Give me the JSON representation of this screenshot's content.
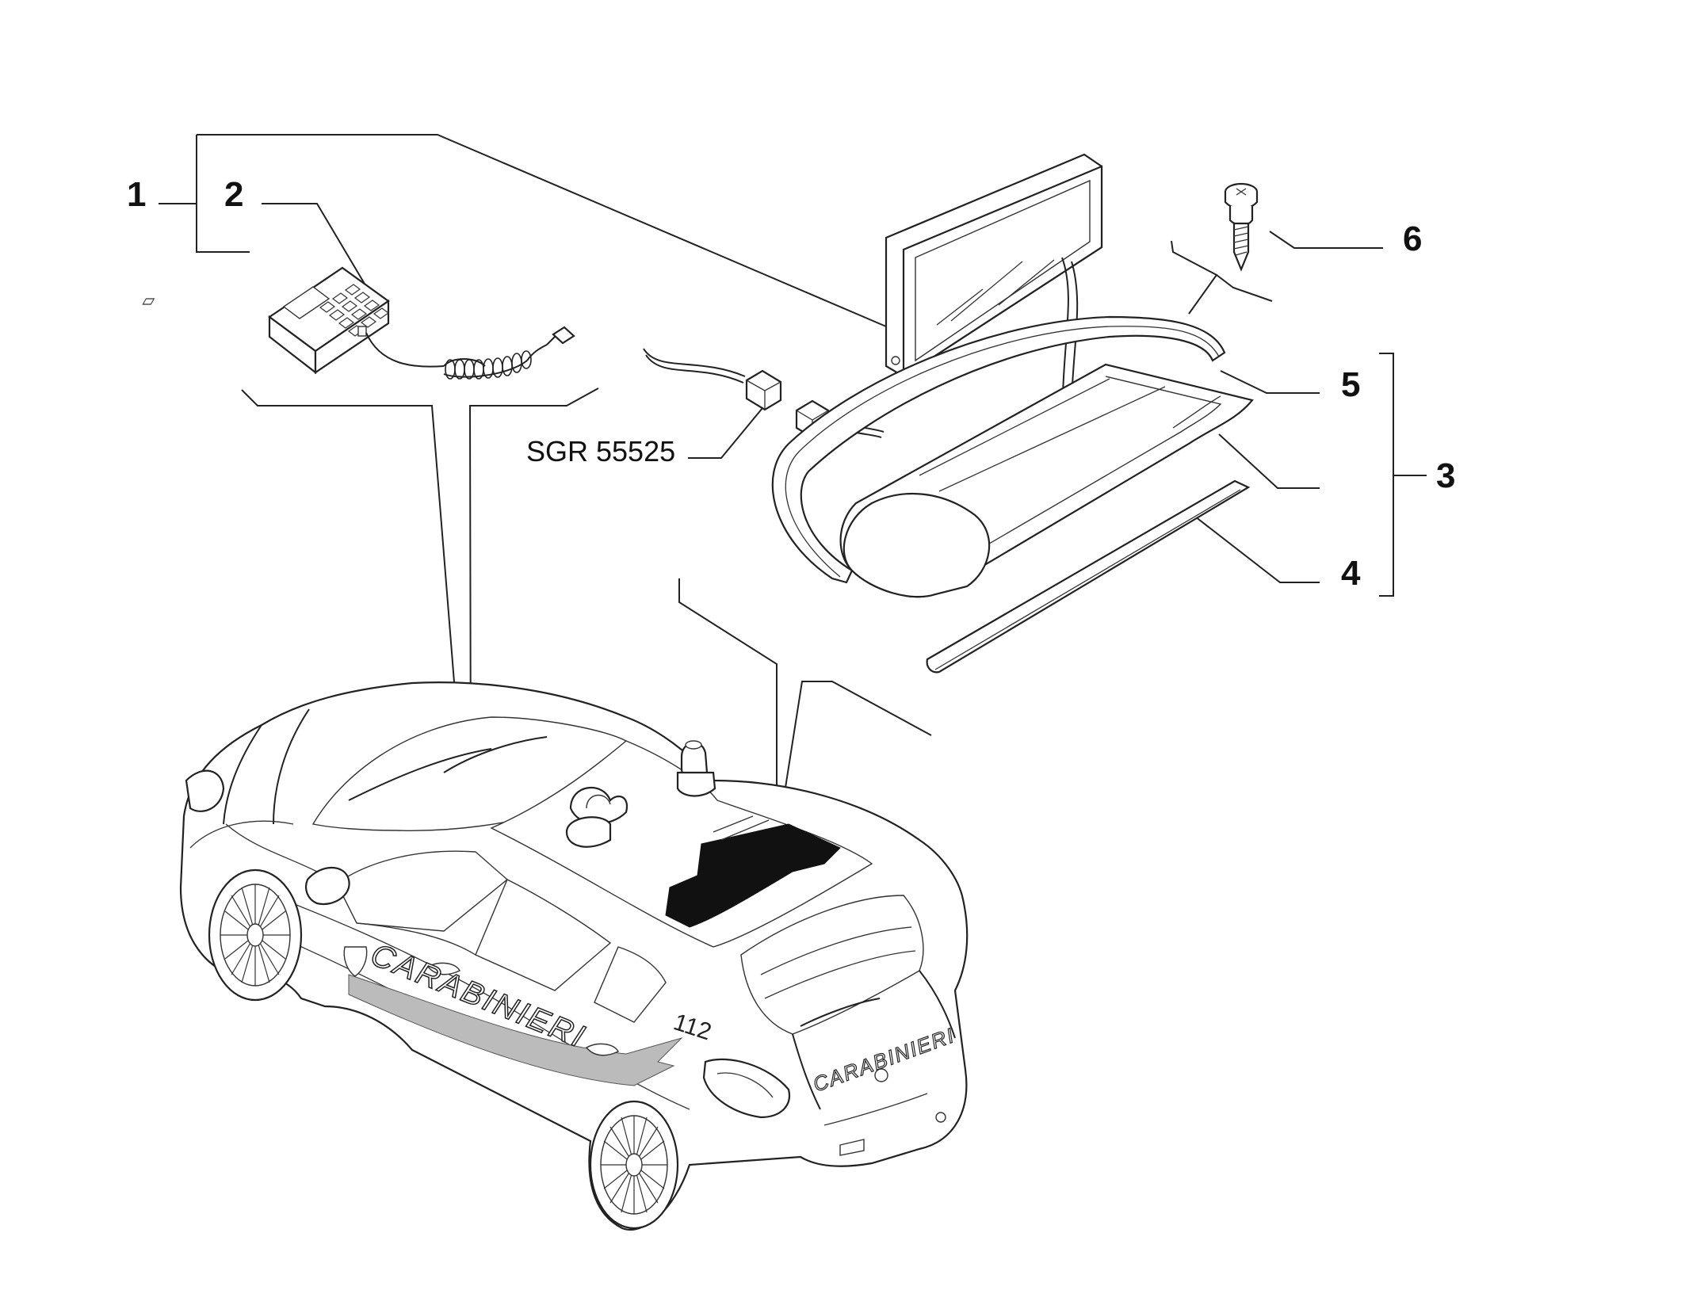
{
  "callouts": {
    "c1": "1",
    "c2": "2",
    "c3": "3",
    "c4": "4",
    "c5": "5",
    "c6": "6"
  },
  "reference": "SGR 55525",
  "vehicle": {
    "livery_side": "CARABINIERI",
    "livery_rear": "CARABINIERI",
    "number": "112"
  },
  "icons": [
    "control-keypad-icon",
    "display-panel-icon",
    "screw-icon",
    "connector-icon",
    "car-icon"
  ]
}
